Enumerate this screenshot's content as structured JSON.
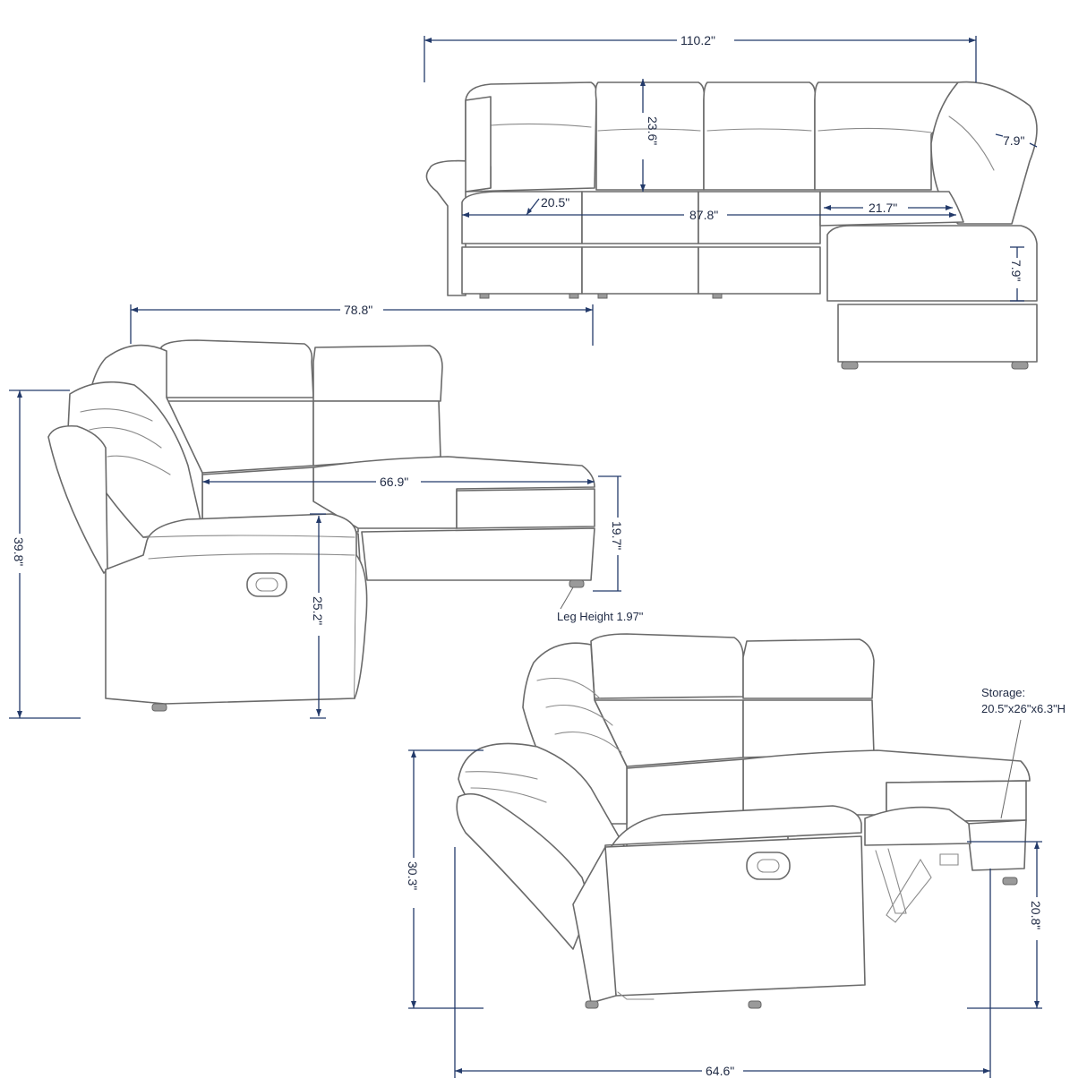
{
  "dimensions": {
    "overall_width": "110.2\"",
    "back_height": "23.6\"",
    "armrest_width": "7.9\"",
    "seat_depth": "20.5\"",
    "seat_width_total": "87.8\"",
    "chaise_seat_width": "21.7\"",
    "chaise_front_height": "7.9\"",
    "side_width": "78.8\"",
    "overall_height": "39.8\"",
    "inner_seat_width": "66.9\"",
    "seat_height": "19.7\"",
    "arm_height": "25.2\"",
    "leg_height_note": "Leg Height 1.97\"",
    "storage_label": "Storage:",
    "storage_size": "20.5\"x26\"x6.3\"H",
    "reclined_height": "30.3\"",
    "chaise_height": "20.8\"",
    "reclined_depth": "64.6\""
  },
  "colors": {
    "dimension_line": "#233a6a",
    "outline": "#6a6a6a",
    "text": "#1f2a44"
  }
}
